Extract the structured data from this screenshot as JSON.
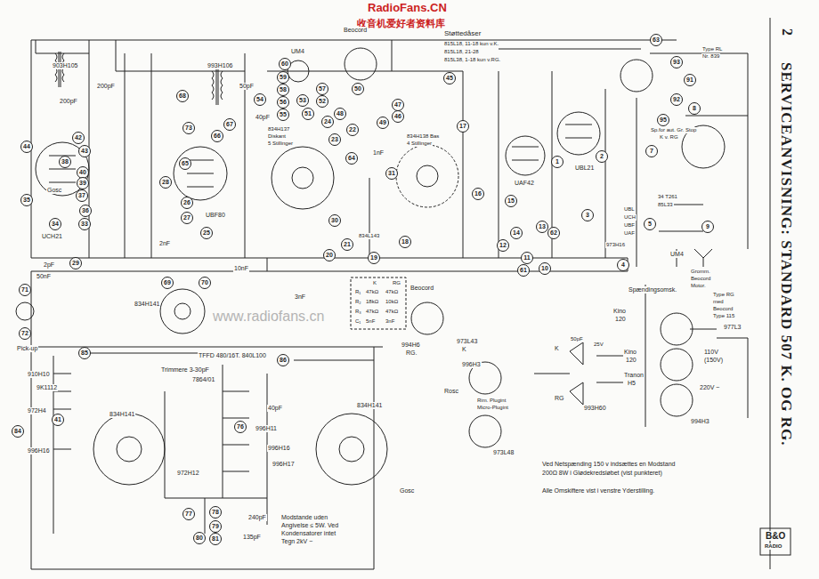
{
  "diagram": {
    "title": "SERVICEANVISNING: STANDARD 507 K. OG RG.",
    "labels": [
      "RadioFans.CN",
      "收音机爱好者资料库",
      "www.radiofans.cn",
      "2",
      "B&O",
      "RADIO",
      "903H105",
      "993H106",
      "Beocord",
      "Støttedåser",
      "815L18, 11-18 kun v.K.",
      "815L18, 21-28",
      "815L38, 1-18 kun v.RG.",
      "UCH21",
      "UBF80",
      "UAF42",
      "UBL21",
      "UM4",
      "834H137",
      "Diskant",
      "5 Stillinger",
      "834H138 Bas",
      "4 Stillinger",
      "834L143",
      "UBL",
      "UCH",
      "UBF",
      "UAF",
      "973H16",
      "UM4",
      "34 T261",
      "85L33",
      "Sp.for aut. Gr. Stop",
      "K v. RG",
      "Type RL",
      "Nr. 839",
      "Gromm.",
      "Beocord",
      "Motor.",
      "Type RG",
      "med",
      "Beocord",
      "Type 115",
      "Spændingsomsk.",
      "977L3",
      "110V",
      "(150V)",
      "220V ~",
      "994H3",
      "Kino",
      "120",
      "K",
      "RG",
      "Kino",
      "120",
      "Tranon",
      "H5",
      "993H60",
      "50pF",
      "25V",
      "Beocord",
      "994H6",
      "RG.",
      "973L43",
      "K",
      "K",
      "RG",
      "R₁",
      "47kΩ",
      "47kΩ",
      "R₂",
      "18kΩ",
      "10kΩ",
      "R₃",
      "47kΩ",
      "47kΩ",
      "C₁",
      "5nF",
      "3nF",
      "996H3",
      "Rim. Plugint",
      "Micro-Plugint",
      "973L48",
      "Ved Netspænding 150 v indsættes en Modstand",
      "200Ω 8W i Glødekredsløbet (vist punkteret)",
      "Alle Omskiftere vist i venstre Yderstilling.",
      "TFFD 480/16T. 840L100",
      "Trimmere 3-30pF",
      "7864/01",
      "910H10",
      "9K1112",
      "972H4",
      "996H16",
      "834H141",
      "996H11",
      "996H16",
      "996H17",
      "972H12",
      "834H141",
      "Modstande uden",
      "Angivelse ≤ 5W. Ved",
      "Kondensatorer intet",
      "Tegn 2kV ~",
      "Pick-up",
      "Rosc",
      "Gosc",
      "Gosc",
      "200pF",
      "200pF",
      "50pF",
      "40pF",
      "1nF",
      "2nF",
      "50nF",
      "3nF",
      "10nF",
      "834H141",
      "240pF",
      "135pF",
      "40pF",
      "2pF",
      "44",
      "42",
      "43",
      "38",
      "40",
      "39",
      "37",
      "36",
      "35",
      "34",
      "33",
      "29",
      "68",
      "73",
      "65",
      "67",
      "66",
      "28",
      "26",
      "27",
      "25",
      "60",
      "59",
      "58",
      "56",
      "55",
      "57",
      "54",
      "53",
      "52",
      "51",
      "50",
      "48",
      "24",
      "22",
      "23",
      "49",
      "47",
      "46",
      "45",
      "30",
      "21",
      "20",
      "19",
      "18",
      "17",
      "16",
      "15",
      "14",
      "13",
      "12",
      "11",
      "10",
      "62",
      "61",
      "1",
      "2",
      "3",
      "4",
      "5",
      "7",
      "8",
      "9",
      "91",
      "92",
      "93",
      "95",
      "63",
      "69",
      "70",
      "71",
      "72",
      "85",
      "86",
      "84",
      "41",
      "76",
      "77",
      "78",
      "79",
      "80",
      "81",
      "31",
      "64"
    ]
  }
}
